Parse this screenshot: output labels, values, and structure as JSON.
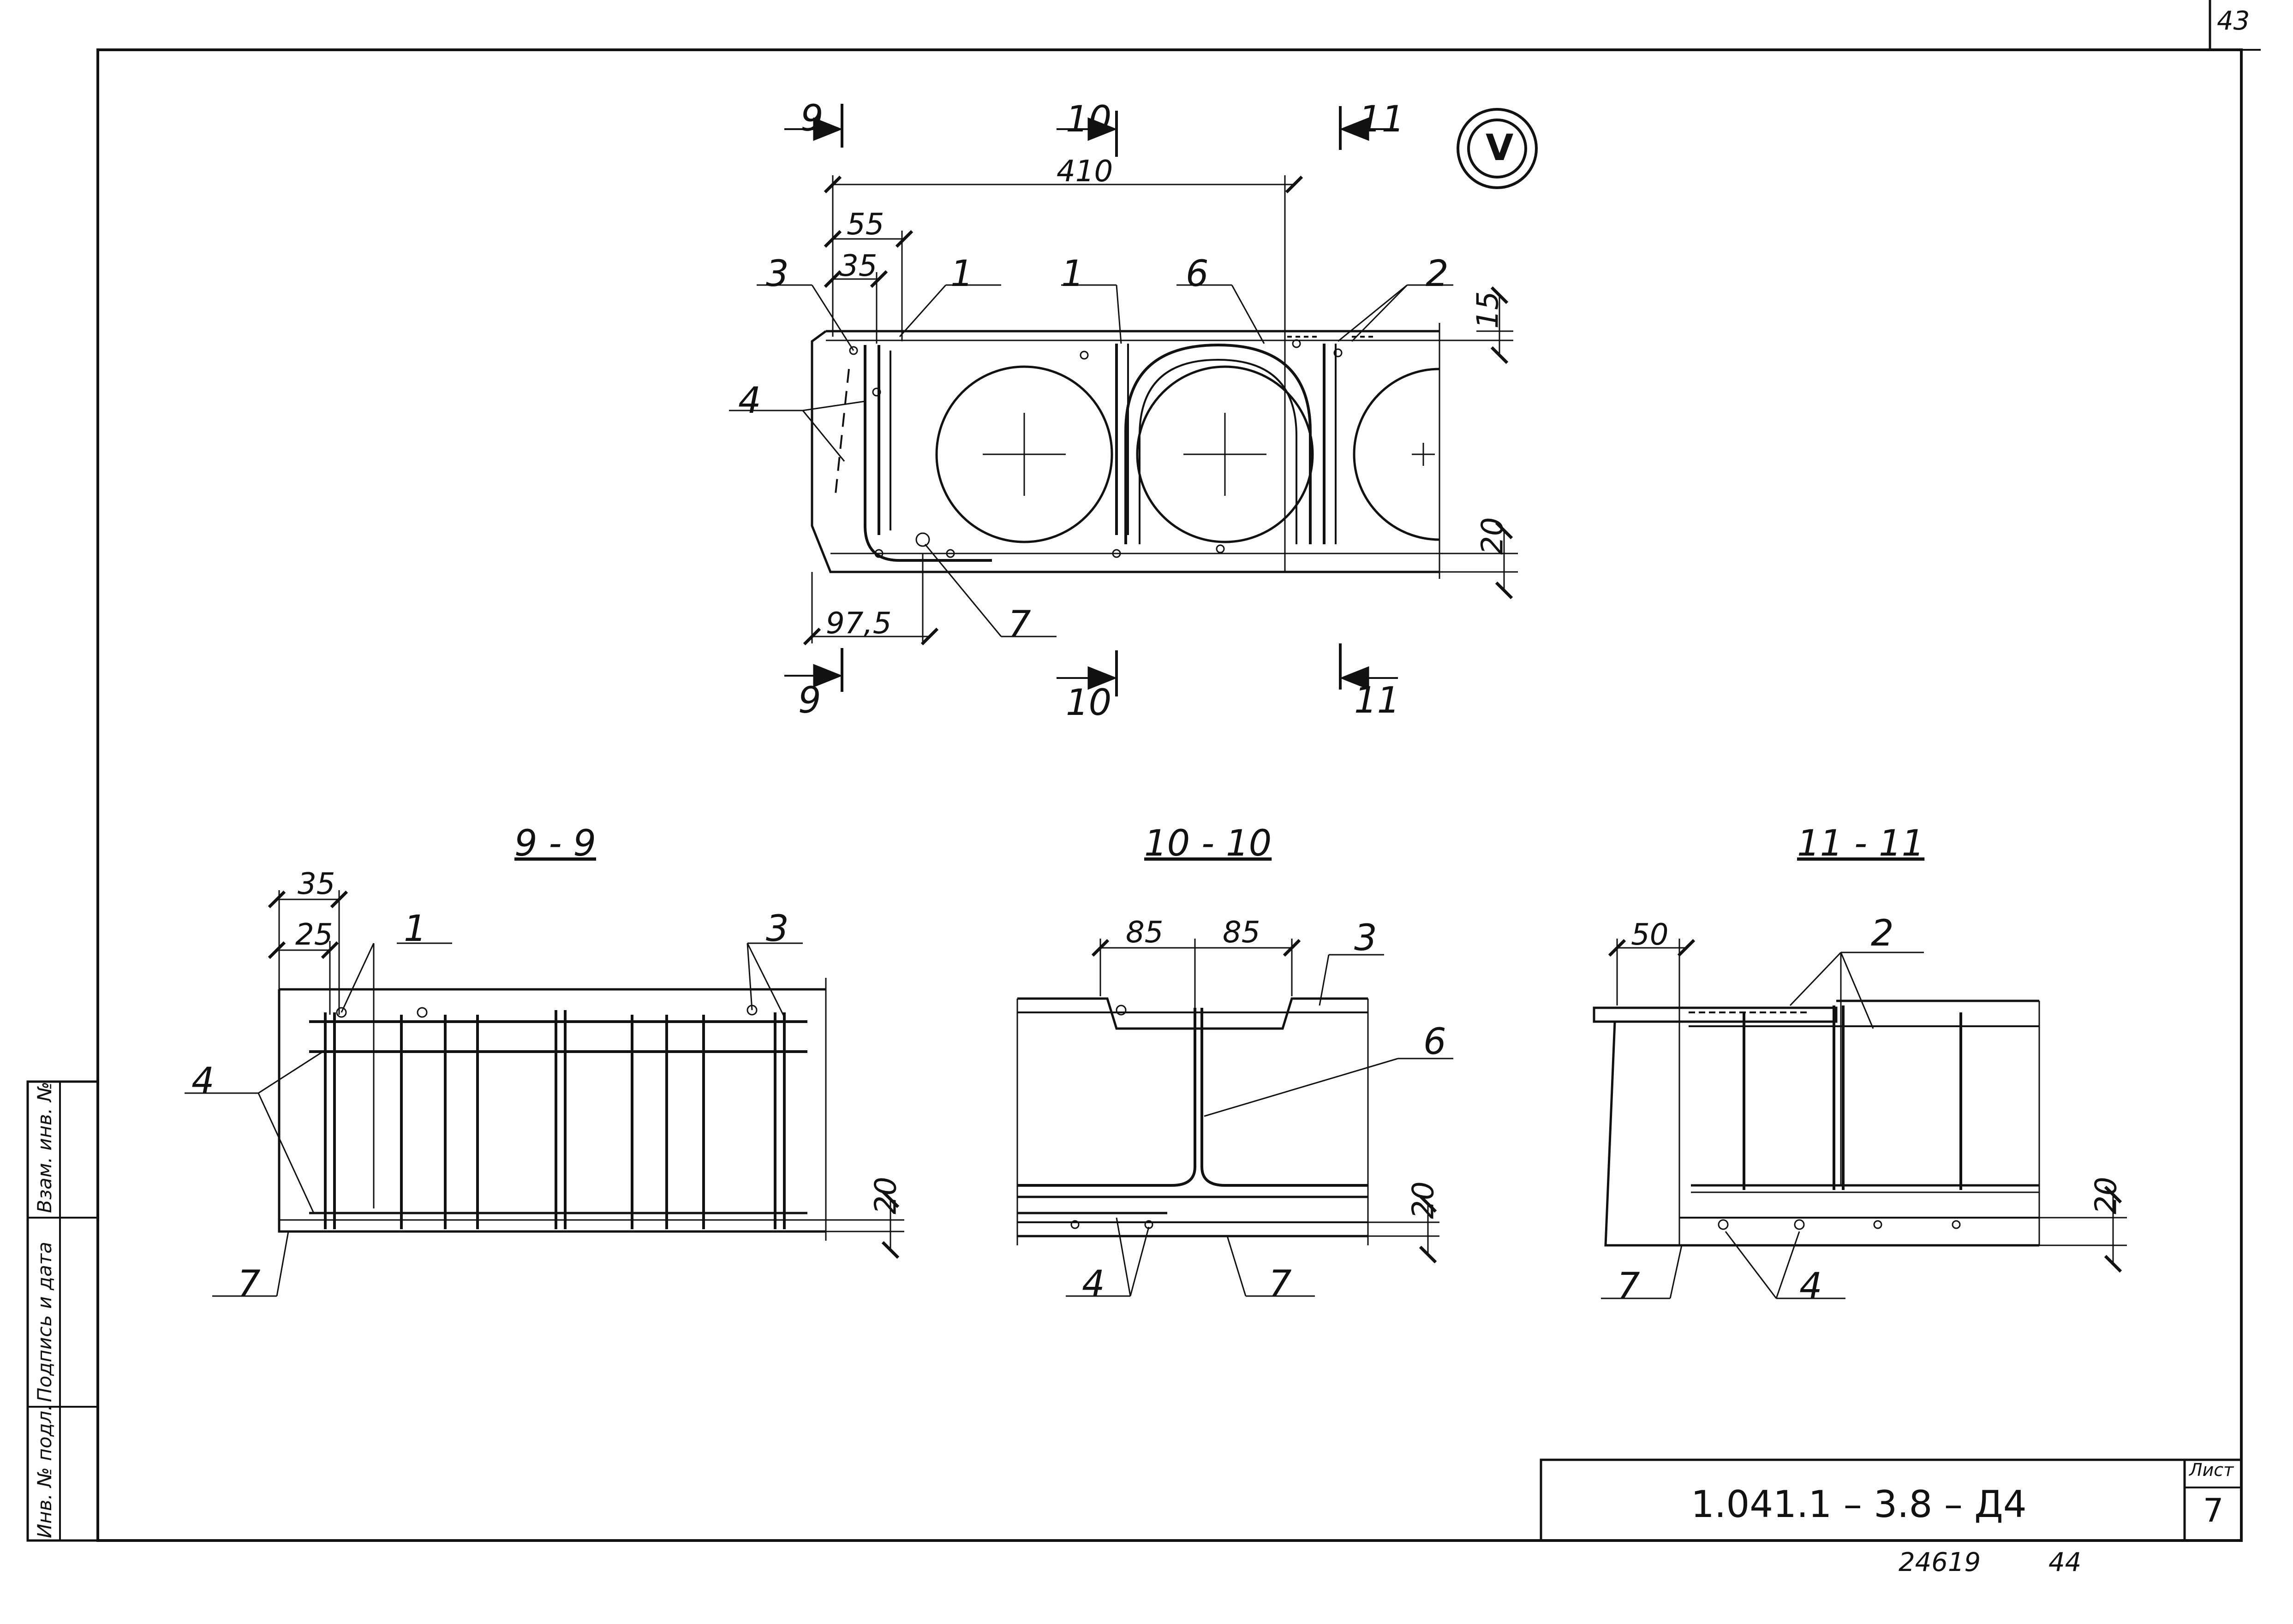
{
  "sheet": {
    "corner_page": "43",
    "designation": "1.041.1 – 3.8 – Д4",
    "sheet_label": "Лист",
    "sheet_number": "7",
    "archive_number": "24619",
    "page_number": "44",
    "side_stamp": [
      "Инв. № подл.",
      "Подпись и дата",
      "Взам. инв. №"
    ]
  },
  "plan": {
    "node_mark": "V",
    "cuts": [
      "9",
      "10",
      "11"
    ],
    "dims": {
      "overall": "410",
      "left_55": "55",
      "left_35": "35",
      "top_15": "15",
      "bottom_20": "20",
      "bottom_left": "97,5"
    },
    "callouts": [
      "1",
      "1",
      "2",
      "3",
      "4",
      "6",
      "7"
    ]
  },
  "section_9": {
    "title": "9 - 9",
    "dims": {
      "d35": "35",
      "d25": "25",
      "d20": "20"
    },
    "callouts": [
      "1",
      "3",
      "4",
      "7"
    ]
  },
  "section_10": {
    "title": "10 - 10",
    "dims": {
      "d85a": "85",
      "d85b": "85",
      "d20": "20"
    },
    "callouts": [
      "3",
      "6",
      "4",
      "7"
    ]
  },
  "section_11": {
    "title": "11 - 11",
    "dims": {
      "d50": "50",
      "d20": "20"
    },
    "callouts": [
      "2",
      "7",
      "4"
    ]
  }
}
